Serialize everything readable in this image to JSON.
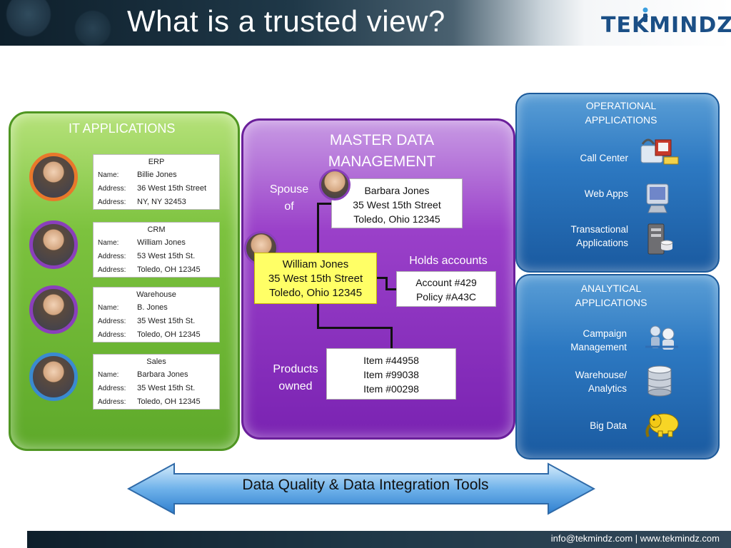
{
  "title": "What is a trusted view?",
  "logo": {
    "text": "TEKMINDZ"
  },
  "it_applications": {
    "title": "IT APPLICATIONS",
    "records": [
      {
        "system": "ERP",
        "fields": [
          {
            "label": "Name:",
            "value": "Billie Jones"
          },
          {
            "label": "Address:",
            "value": "36 West 15th Street"
          },
          {
            "label": "Address:",
            "value": "NY, NY  32453"
          }
        ]
      },
      {
        "system": "CRM",
        "fields": [
          {
            "label": "Name:",
            "value": "William Jones"
          },
          {
            "label": "Address:",
            "value": "53 West 15th St."
          },
          {
            "label": "Address:",
            "value": "Toledo, OH  12345"
          }
        ]
      },
      {
        "system": "Warehouse",
        "fields": [
          {
            "label": "Name:",
            "value": "B. Jones"
          },
          {
            "label": "Address:",
            "value": "35 West 15th St."
          },
          {
            "label": "Address:",
            "value": "Toledo, OH  12345"
          }
        ]
      },
      {
        "system": "Sales",
        "fields": [
          {
            "label": "Name:",
            "value": "Barbara Jones"
          },
          {
            "label": "Address:",
            "value": "35 West 15th St."
          },
          {
            "label": "Address:",
            "value": "Toledo, OH  12345"
          }
        ]
      }
    ]
  },
  "mdm": {
    "title_line1": "MASTER DATA",
    "title_line2": "MANAGEMENT",
    "spouse_label_line1": "Spouse",
    "spouse_label_line2": "of",
    "spouse": {
      "line1": "Barbara Jones",
      "line2": "35 West 15th Street",
      "line3": "Toledo, Ohio 12345"
    },
    "primary": {
      "line1": "William Jones",
      "line2": "35 West 15th Street",
      "line3": "Toledo, Ohio 12345"
    },
    "accounts_label": "Holds accounts",
    "accounts": {
      "line1": "Account #429",
      "line2": "Policy #A43C"
    },
    "products_label_line1": "Products",
    "products_label_line2": "owned",
    "products": {
      "line1": "Item #44958",
      "line2": "Item #99038",
      "line3": "Item #00298"
    }
  },
  "operational": {
    "title_line1": "OPERATIONAL",
    "title_line2": "APPLICATIONS",
    "apps": [
      {
        "line1": "Call Center",
        "line2": "",
        "icon": "call-center-icon"
      },
      {
        "line1": "Web Apps",
        "line2": "",
        "icon": "web-apps-icon"
      },
      {
        "line1": "Transactional",
        "line2": "Applications",
        "icon": "server-icon"
      }
    ]
  },
  "analytical": {
    "title_line1": "ANALYTICAL",
    "title_line2": "APPLICATIONS",
    "apps": [
      {
        "line1": "Campaign",
        "line2": "Management",
        "icon": "campaign-icon"
      },
      {
        "line1": "Warehouse/",
        "line2": "Analytics",
        "icon": "database-icon"
      },
      {
        "line1": "Big Data",
        "line2": "",
        "icon": "hadoop-elephant-icon"
      }
    ]
  },
  "integration_bar": {
    "label": "Data Quality & Data Integration Tools"
  },
  "footer": {
    "contact": "info@tekmindz.com   |   www.tekmindz.com"
  },
  "colors": {
    "it_green": "#7cc23e",
    "mdm_purple": "#9a40c9",
    "apps_blue": "#2d79c2",
    "highlight_yellow": "#ffff66",
    "arrow_blue": "#5aa0e0",
    "header_dark": "#1f3848"
  }
}
